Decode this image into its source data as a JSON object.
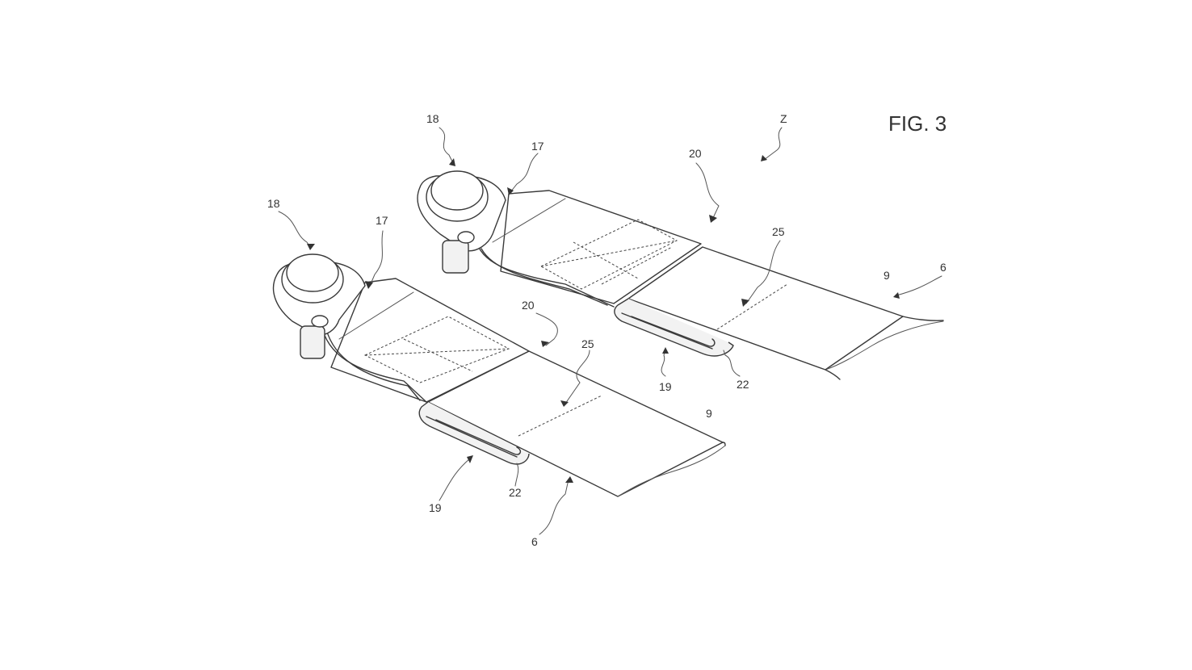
{
  "figure_label": "FIG. 3",
  "labels": {
    "z": "Z",
    "l18a": "18",
    "l17a": "17",
    "l20a": "20",
    "l25a": "25",
    "l6a": "6",
    "l9a": "9",
    "l19a": "19",
    "l22a": "22",
    "l18b": "18",
    "l17b": "17",
    "l20b": "20",
    "l25b": "25",
    "l9b": "9",
    "l22b": "22",
    "l19b": "19",
    "l6b": "6"
  }
}
